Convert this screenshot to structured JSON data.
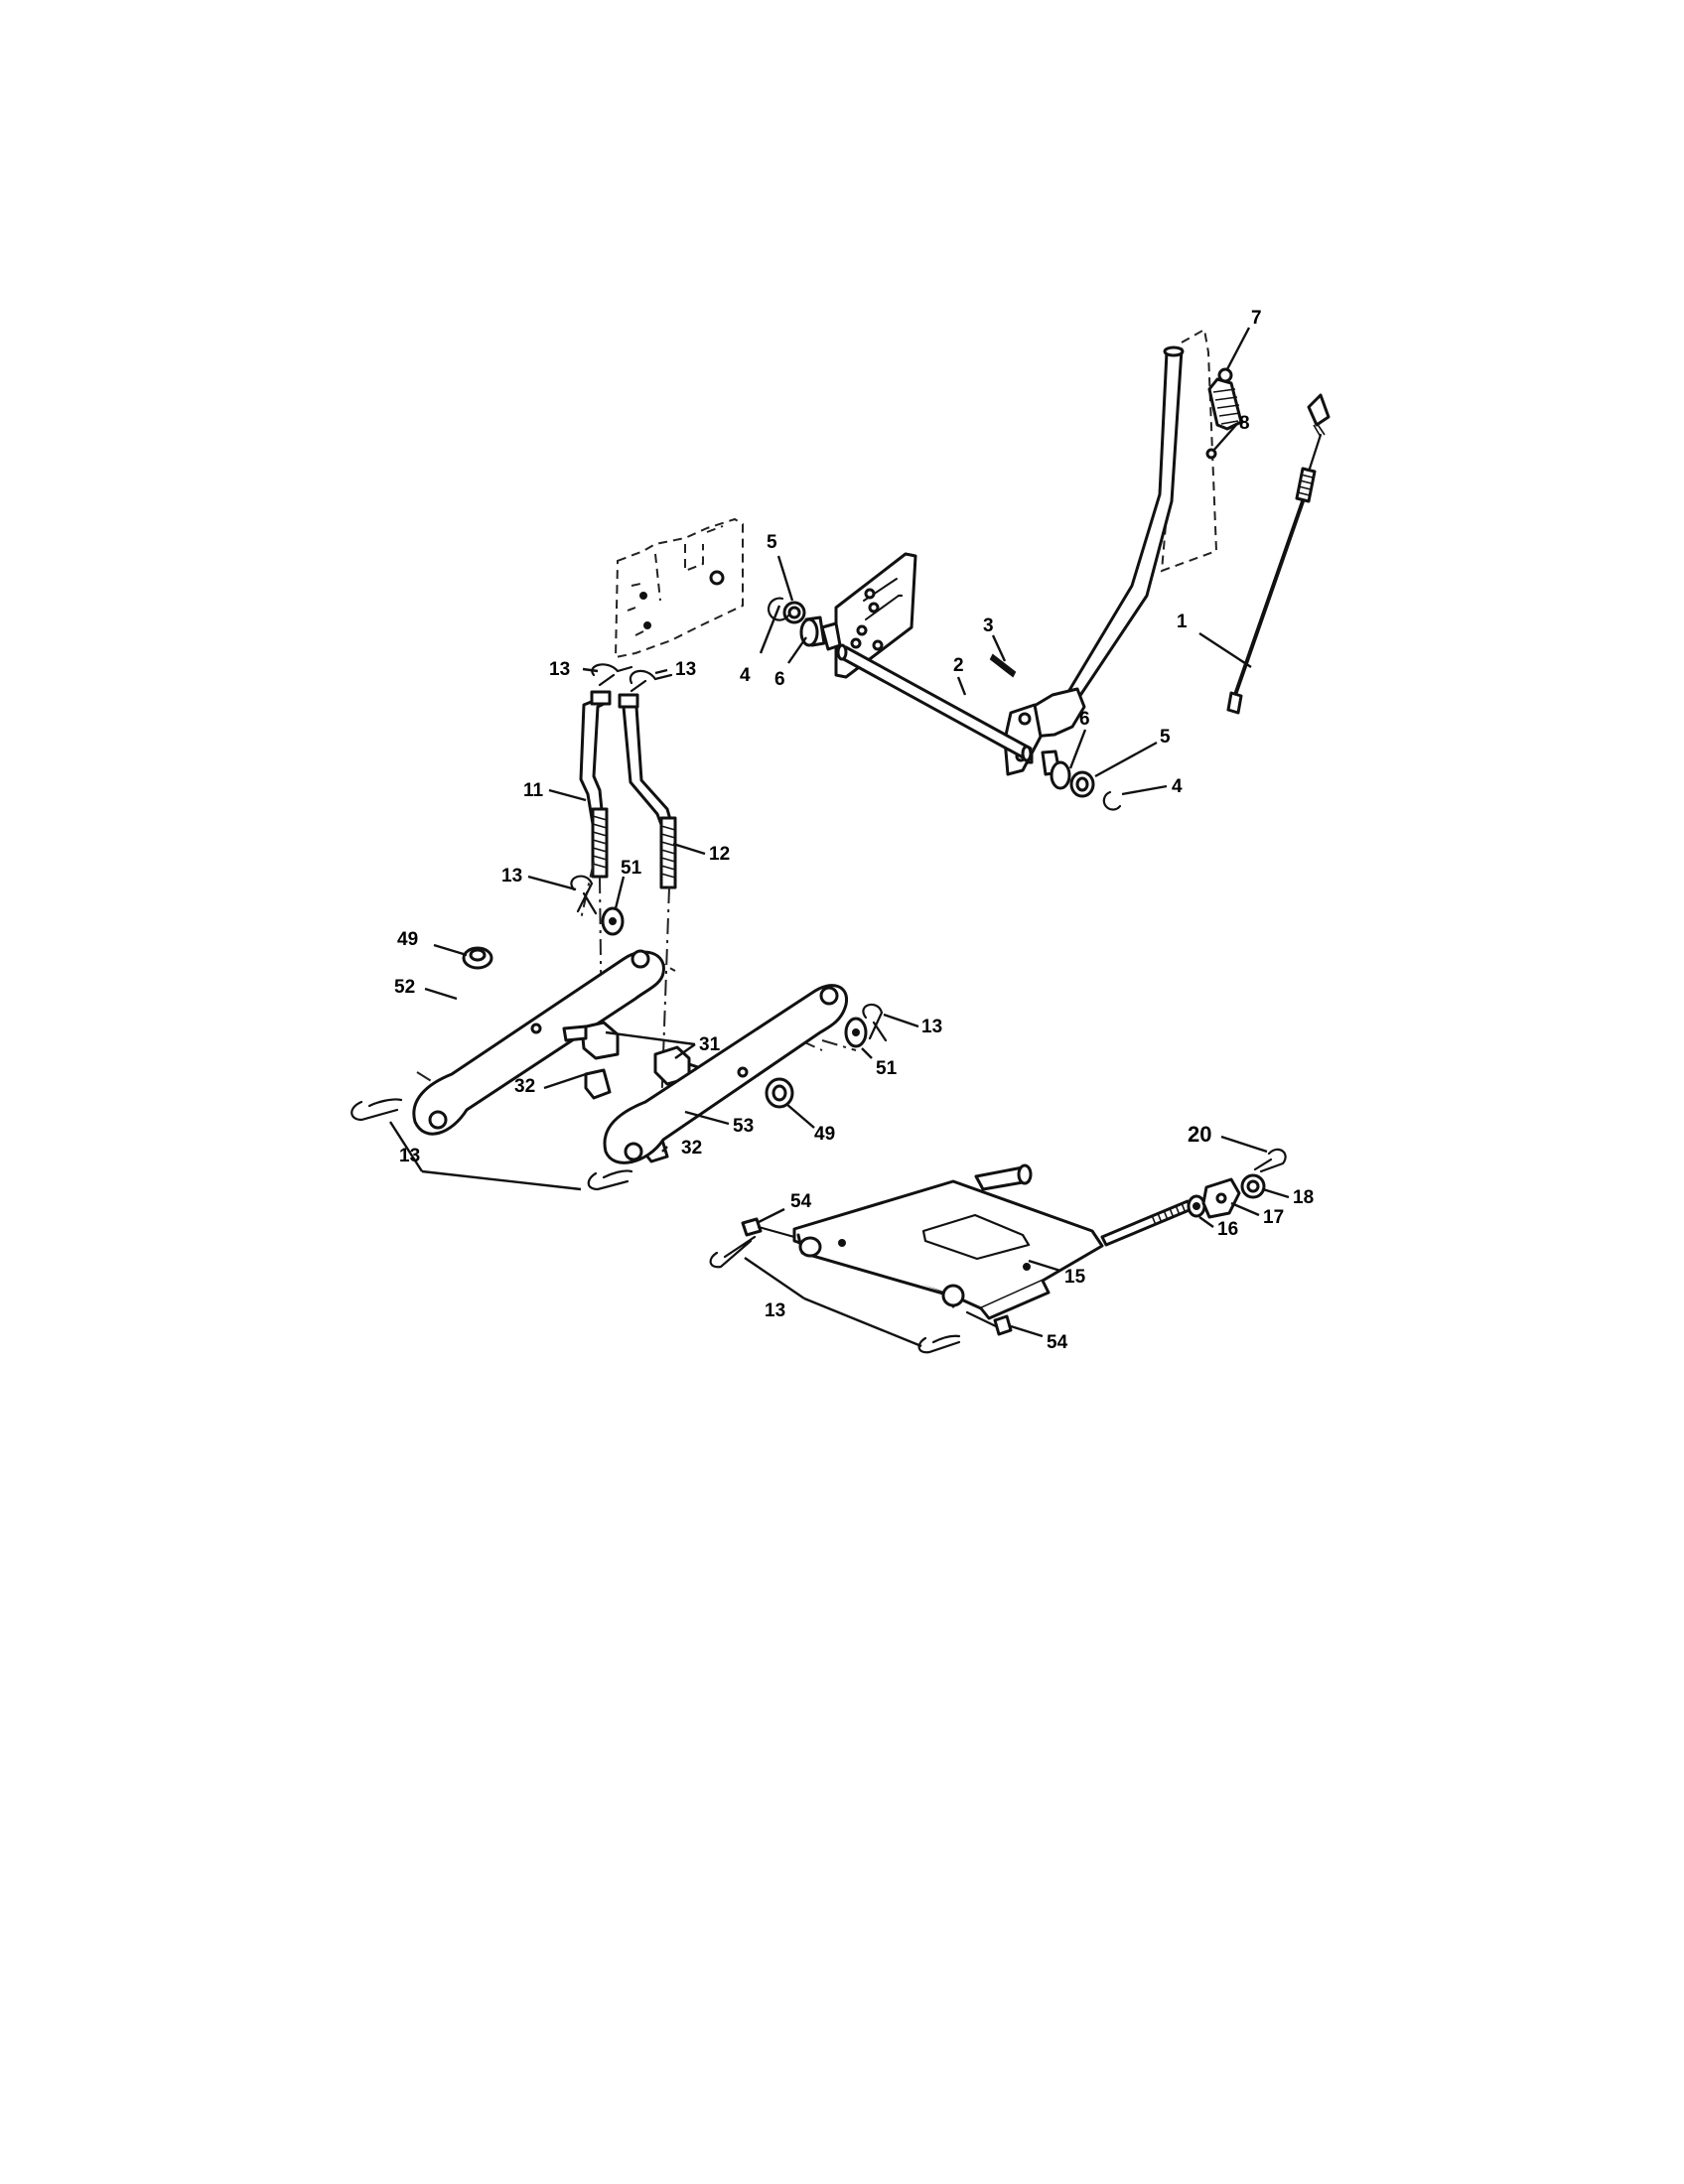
{
  "callouts": {
    "c1": "1",
    "c2": "2",
    "c3": "3",
    "c4a": "4",
    "c4b": "4",
    "c5a": "5",
    "c5b": "5",
    "c6a": "6",
    "c6b": "6",
    "c7": "7",
    "c8": "8",
    "c11": "11",
    "c12": "12",
    "c13a": "13",
    "c13b": "13",
    "c13c": "13",
    "c13d": "13",
    "c13e": "13",
    "c13f": "13",
    "c15": "15",
    "c16": "16",
    "c17": "17",
    "c18": "18",
    "c20": "20",
    "c31": "31",
    "c32a": "32",
    "c32b": "32",
    "c49a": "49",
    "c49b": "49",
    "c51a": "51",
    "c51b": "51",
    "c52": "52",
    "c53": "53",
    "c54a": "54",
    "c54b": "54"
  }
}
